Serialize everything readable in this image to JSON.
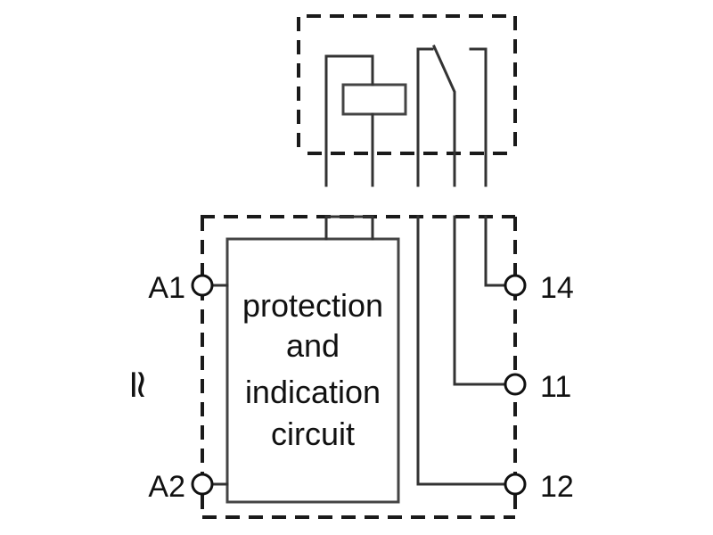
{
  "circuit_block": {
    "lines": [
      "protection",
      "and",
      "indication",
      "circuit"
    ]
  },
  "terminals": {
    "a1": "A1",
    "a2": "A2",
    "t14": "14",
    "t11": "11",
    "t12": "12"
  },
  "symbols": {
    "ac_dc": "≂"
  },
  "colors": {
    "line": "#1a1a1a",
    "background": "#ffffff"
  }
}
